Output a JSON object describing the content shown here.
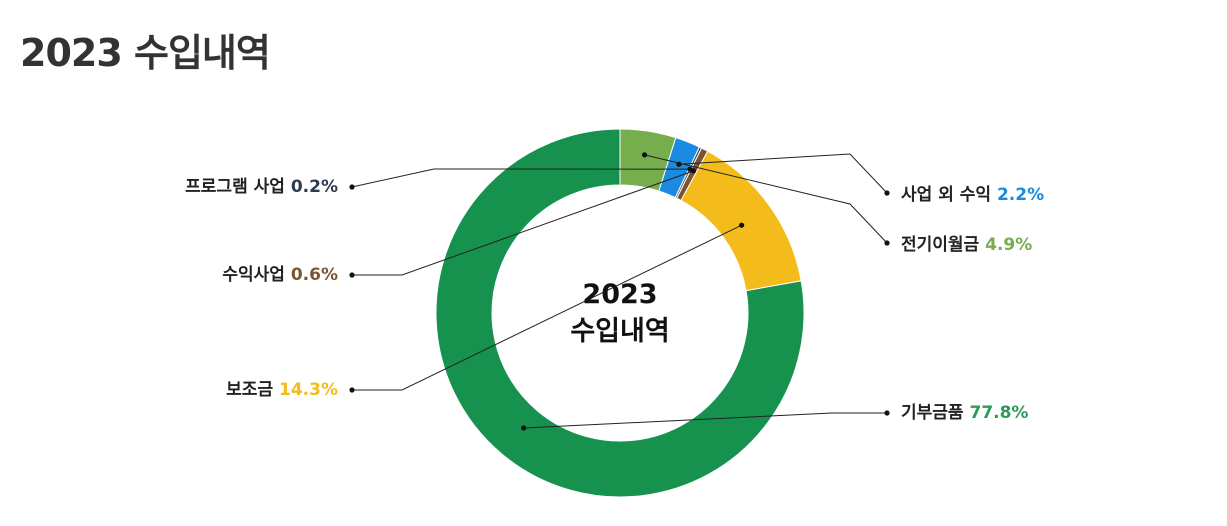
{
  "page": {
    "title": "2023 수입내역"
  },
  "chart_data": {
    "type": "pie",
    "variant": "donut",
    "title": "2023 수입내역",
    "center_label": [
      "2023",
      "수입내역"
    ],
    "slices": [
      {
        "label": "기부금품",
        "value": 77.8,
        "value_label": "77.8%",
        "color": "#16924e",
        "pct_color": "#2e9b55"
      },
      {
        "label": "보조금",
        "value": 14.3,
        "value_label": "14.3%",
        "color": "#f4bc1b",
        "pct_color": "#f4bc1b"
      },
      {
        "label": "수익사업",
        "value": 0.6,
        "value_label": "0.6%",
        "color": "#7a5530",
        "pct_color": "#7a5530"
      },
      {
        "label": "프로그램 사업",
        "value": 0.2,
        "value_label": "0.2%",
        "color": "#2d3a4f",
        "pct_color": "#2d3a4f"
      },
      {
        "label": "사업 외 수익",
        "value": 2.2,
        "value_label": "2.2%",
        "color": "#1a8be0",
        "pct_color": "#1a8be0"
      },
      {
        "label": "전기이월금",
        "value": 4.9,
        "value_label": "4.9%",
        "color": "#76ae4e",
        "pct_color": "#76ae4e"
      }
    ],
    "start": "12 o'clock",
    "direction": "clockwise",
    "legend": "callout labels with leader lines"
  }
}
